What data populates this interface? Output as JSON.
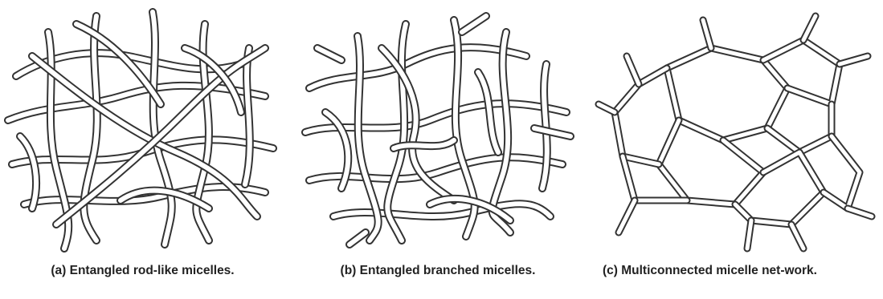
{
  "panels": [
    {
      "id": "a",
      "caption": "(a) Entangled rod-like micelles."
    },
    {
      "id": "b",
      "caption": "(b) Entangled branched micelles."
    },
    {
      "id": "c",
      "caption": "(c) Multiconnected micelle net-work."
    }
  ],
  "colors": {
    "stroke": "#333333",
    "fill": "#ffffff",
    "text": "#222222"
  }
}
